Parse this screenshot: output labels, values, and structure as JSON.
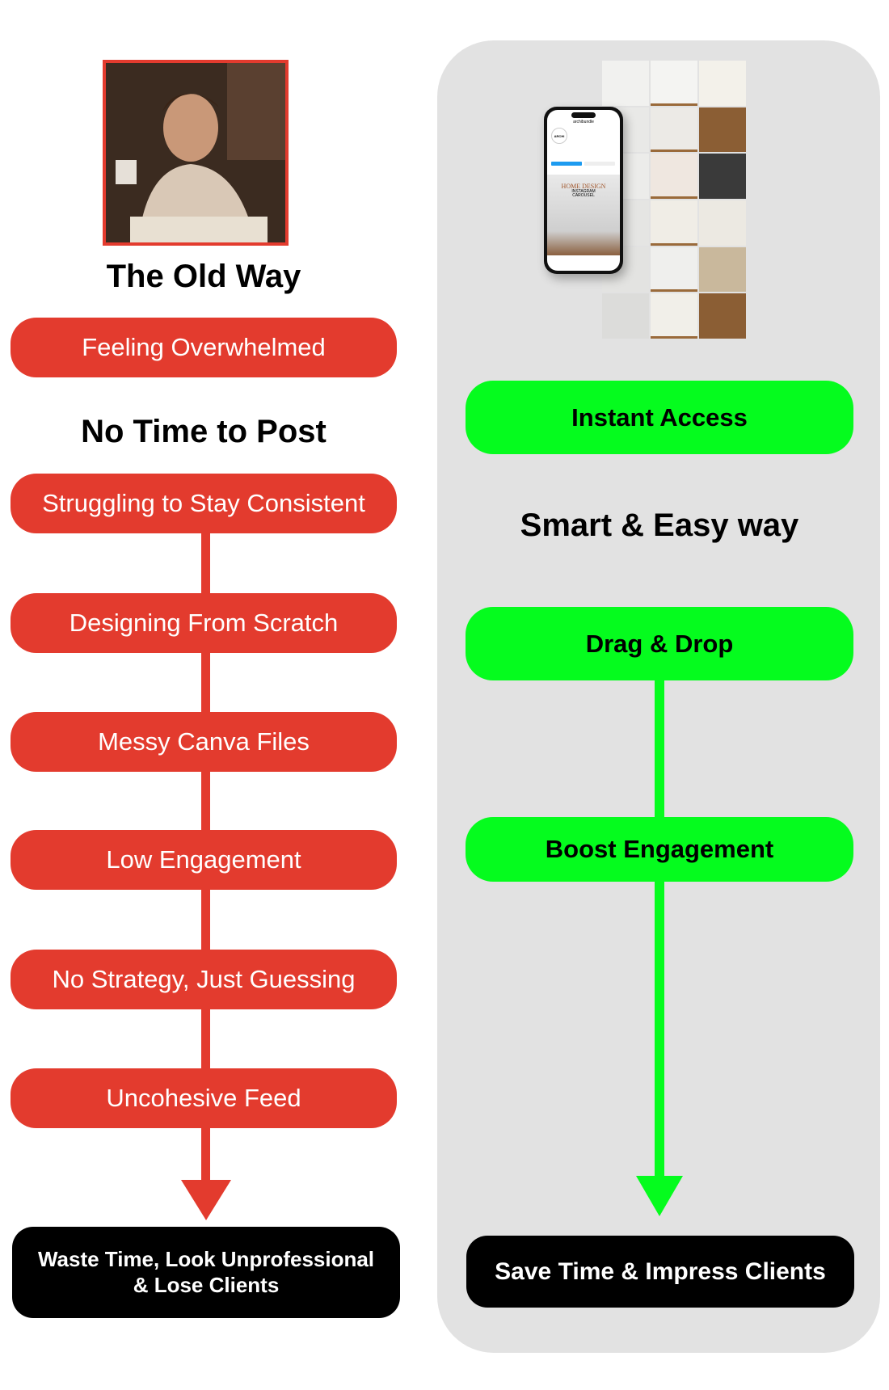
{
  "old_way": {
    "title": "The Old Way",
    "first_item": "Feeling Overwhelmed",
    "subtitle": "No Time to Post",
    "steps": [
      "Struggling to Stay Consistent",
      "Designing From Scratch",
      "Messy Canva Files",
      "Low Engagement",
      "No Strategy, Just Guessing",
      "Uncohesive Feed"
    ],
    "result": [
      "Waste Time, Look Unprofessional",
      "& Lose Clients"
    ]
  },
  "new_way": {
    "first_item": "Instant Access",
    "subtitle": "Smart & Easy way",
    "steps": [
      "Drag & Drop",
      "Boost Engagement"
    ],
    "result": "Save Time & Impress Clients",
    "mockup": {
      "profile_name": "ARCHI",
      "handle": "archibundle",
      "carousel_title": "HOME DESIGN",
      "carousel_subtitle": "INSTAGRAM CAROUSEL"
    }
  },
  "colors": {
    "red": "#e33b2e",
    "green": "#05fc1e",
    "panel": "#e2e2e2",
    "black": "#000000"
  }
}
